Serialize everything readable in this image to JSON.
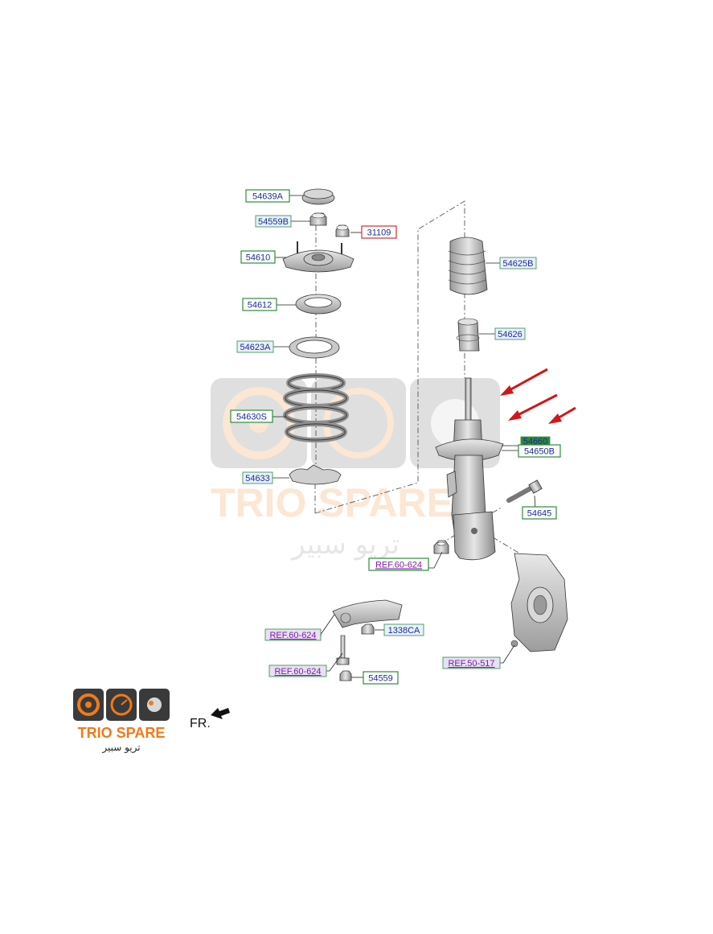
{
  "diagram": {
    "parts": {
      "p54639A": "54639A",
      "p54559B": "54559B",
      "p31109": "31109",
      "p54610": "54610",
      "p54612": "54612",
      "p54623A": "54623A",
      "p54630S": "54630S",
      "p54633": "54633",
      "p54625B": "54625B",
      "p54626": "54626",
      "p54660": "54660",
      "p54650B": "54650B",
      "p54645": "54645",
      "pRef60a": "REF.60-624",
      "pRef60b": "REF.60-624",
      "pRef60c": "REF.60-624",
      "p1338CA": "1338CA",
      "p54559": "54559",
      "pRef50": "REF.50-517"
    },
    "front_indicator": "FR."
  },
  "watermark": {
    "brand": "TRIO SPARE",
    "arabic": "تريو سبير"
  },
  "logo": {
    "brand": "TRIO SPARE",
    "arabic": "تريو سبير"
  },
  "colors": {
    "label_box_green": "#2e8b3a",
    "label_box_red": "#d03030",
    "label_text_blue": "#1a2d8f",
    "ref_text_purple": "#7a1fa0",
    "arrow_red": "#d01818",
    "logo_orange": "#f07a1a"
  }
}
